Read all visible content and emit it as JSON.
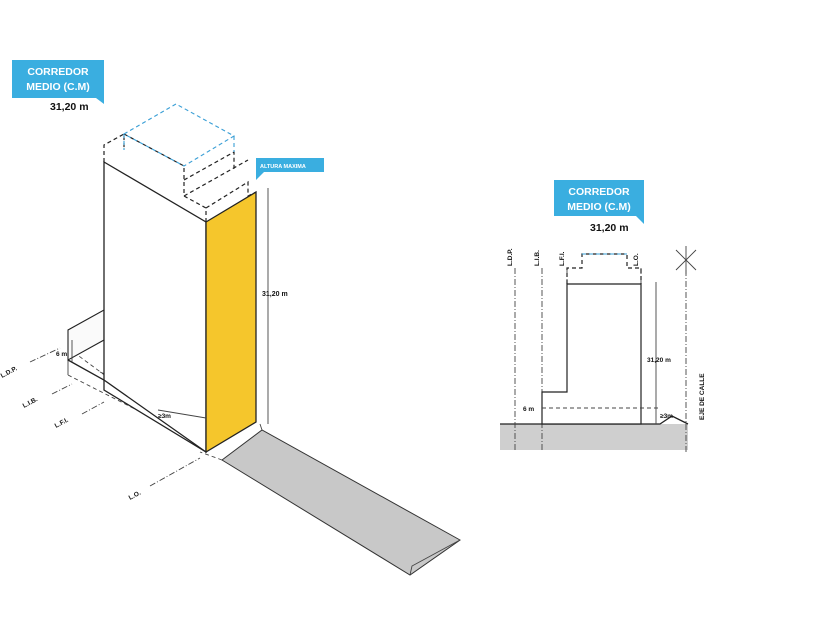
{
  "colors": {
    "callout": "#3aaee0",
    "highlight": "#f5c62c",
    "ground": "#cfcfcf",
    "street": "#c8c8c8",
    "blue_dash": "#3a9fd6"
  },
  "iso": {
    "callout_line1": "CORREDOR",
    "callout_line2": "MEDIO (C.M)",
    "height_value": "31,20 m",
    "tag": "ALTURA MAXIMA",
    "dim_height": "31,20 m",
    "dim_6": "6 m",
    "dim_3": "≥3m",
    "lines": [
      "L.D.P.",
      "L.I.B.",
      "L.F.I.",
      "L.O."
    ]
  },
  "section": {
    "callout_line1": "CORREDOR",
    "callout_line2": "MEDIO (C.M)",
    "height_value": "31,20 m",
    "top_labels": [
      "L.D.P.",
      "L.I.B.",
      "L.F.I.",
      "L.O."
    ],
    "dim_height": "31,20 m",
    "dim_6": "6 m",
    "dim_3": "≥3m",
    "axis_label": "EJE DE CALLE"
  }
}
